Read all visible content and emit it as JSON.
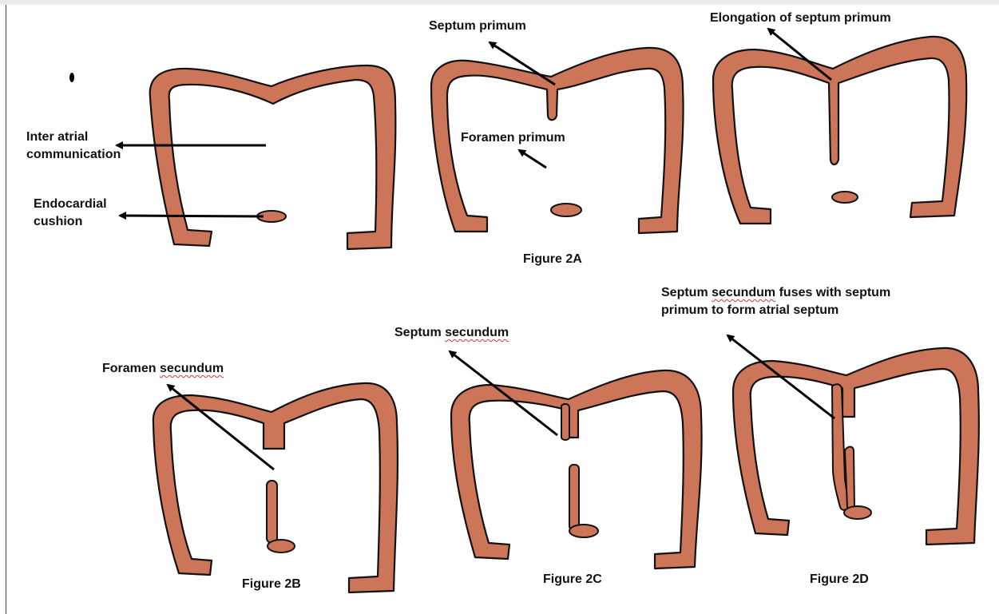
{
  "labels": {
    "inter_atrial_1": "Inter atrial",
    "inter_atrial_2": "communication",
    "endocardial_1": "Endocardial",
    "endocardial_2": "cushion",
    "septum_primum": "Septum primum",
    "foramen_primum": "Foramen primum",
    "elongation": "Elongation of septum primum",
    "figure_2a": "Figure 2A",
    "septum_label": "Septum",
    "secundum_word": "secundum",
    "foramen_word": "Foramen",
    "fuses_rest_1": "fuses with septum",
    "fuses_line_2": "primum to form atrial septum",
    "figure_2b": "Figure 2B",
    "figure_2c": "Figure 2C",
    "figure_2d": "Figure 2D"
  },
  "colors": {
    "tissue": "#cd7559",
    "outline": "#111111",
    "spellcheck_underline": "#dd3333"
  }
}
